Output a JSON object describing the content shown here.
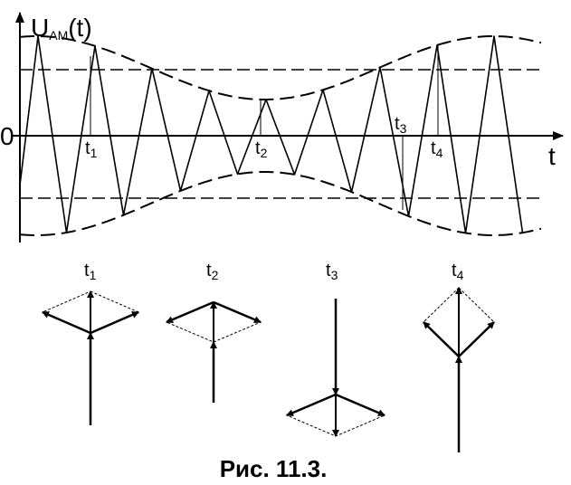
{
  "graph": {
    "y_axis_label": "U",
    "y_axis_sub": "AM",
    "y_axis_suffix": "(t)",
    "origin_label": "0",
    "x_axis_label": "t",
    "time_marks": [
      {
        "base": "t",
        "sub": "1"
      },
      {
        "base": "t",
        "sub": "2"
      },
      {
        "base": "t",
        "sub": "3"
      },
      {
        "base": "t",
        "sub": "4"
      }
    ]
  },
  "vectors": [
    {
      "base": "t",
      "sub": "1"
    },
    {
      "base": "t",
      "sub": "2"
    },
    {
      "base": "t",
      "sub": "3"
    },
    {
      "base": "t",
      "sub": "4"
    }
  ],
  "caption": "Рис. 11.3."
}
